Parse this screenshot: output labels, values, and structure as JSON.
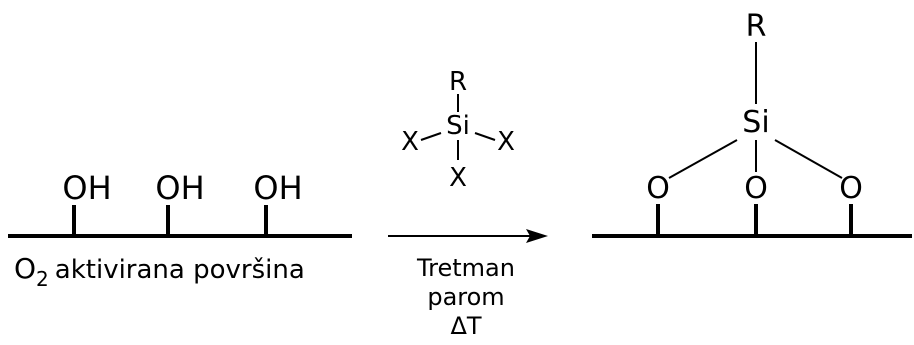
{
  "left_surface": {
    "groups": [
      "OH",
      "OH",
      "OH"
    ],
    "label_prefix": "O",
    "label_subscript": "2",
    "label_text": "aktivirana površina"
  },
  "reagent": {
    "top": "R",
    "center": "Si",
    "left": "X",
    "right": "X",
    "bottom": "X"
  },
  "conditions": {
    "line1": "Tretman",
    "line2": "parom",
    "line3": "ΔT"
  },
  "product": {
    "top": "R",
    "center": "Si",
    "oxygens": [
      "O",
      "O",
      "O"
    ]
  }
}
